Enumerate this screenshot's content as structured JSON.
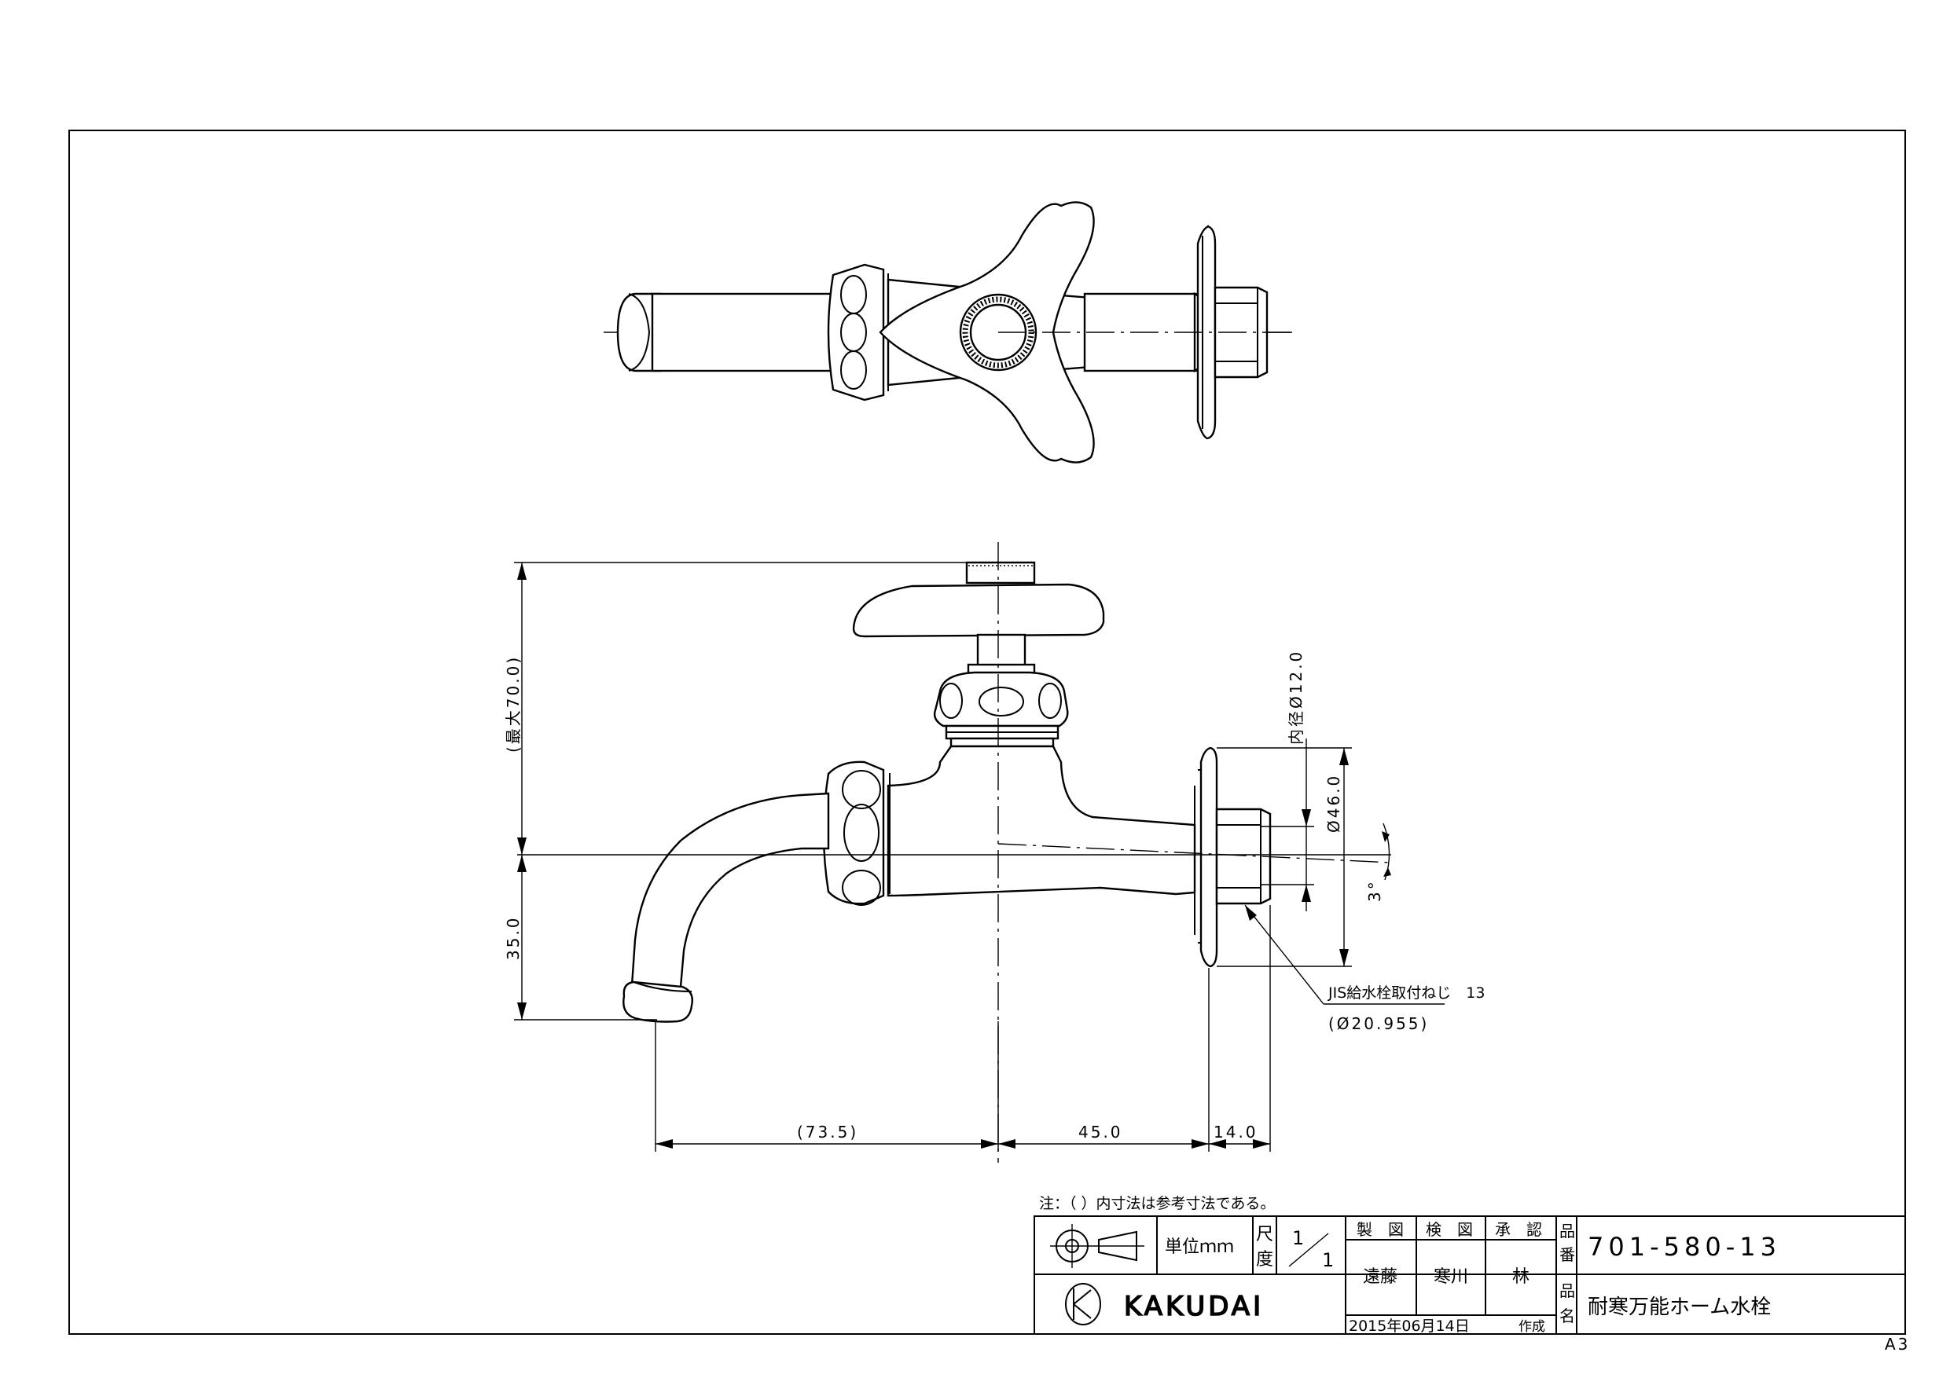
{
  "drawing": {
    "part_number": "701-580-13",
    "part_name": "耐寒万能ホーム水栓",
    "sheet_size": "A3",
    "note": "注：（ ）内寸法は参考寸法である。",
    "brand": "KAKUDAI"
  },
  "title_block": {
    "unit_label": "単位ｍｍ",
    "scale_label_top": "尺",
    "scale_label_bottom": "度",
    "scale_numerator": "1",
    "scale_denominator": "1",
    "drafted_label": "製　図",
    "checked_label": "検　図",
    "approved_label": "承　認",
    "drafted_by": "遠藤",
    "checked_by": "寒川",
    "approved_by": "林",
    "part_number_label_1": "品",
    "part_number_label_2": "番",
    "part_name_label_1": "品",
    "part_name_label_2": "名",
    "date": "2015年06月14日",
    "date_suffix": "作成"
  },
  "dimensions": {
    "max_height": "(最大70.0)",
    "spout_drop": "35.0",
    "spout_reach": "(73.5)",
    "body_length": "45.0",
    "thread_length": "14.0",
    "inner_diameter": "内径Ø12.0",
    "flange_diameter": "Ø46.0",
    "angle": "3°",
    "thread_spec": "JIS給水栓取付ねじ　13",
    "thread_diameter": "(Ø20.955)"
  }
}
